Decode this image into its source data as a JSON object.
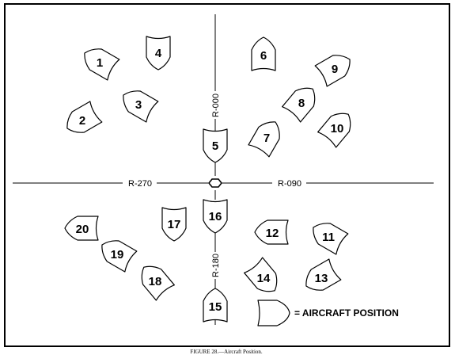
{
  "diagram": {
    "radials": {
      "north": "R-000",
      "east": "R-090",
      "south": "R-180",
      "west": "R-270"
    },
    "aircraft": [
      {
        "num": "1"
      },
      {
        "num": "2"
      },
      {
        "num": "3"
      },
      {
        "num": "4"
      },
      {
        "num": "5"
      },
      {
        "num": "6"
      },
      {
        "num": "7"
      },
      {
        "num": "8"
      },
      {
        "num": "9"
      },
      {
        "num": "10"
      },
      {
        "num": "11"
      },
      {
        "num": "12"
      },
      {
        "num": "13"
      },
      {
        "num": "14"
      },
      {
        "num": "15"
      },
      {
        "num": "16"
      },
      {
        "num": "17"
      },
      {
        "num": "18"
      },
      {
        "num": "19"
      },
      {
        "num": "20"
      }
    ],
    "legend": {
      "label": "= AIRCRAFT POSITION"
    },
    "caption": "FIGURE 28.—Aircraft Position."
  },
  "colors": {
    "stroke": "#000000",
    "background": "#ffffff"
  },
  "icons": {
    "station": "vor-station-icon",
    "aircraft": "aircraft-position-icon"
  }
}
